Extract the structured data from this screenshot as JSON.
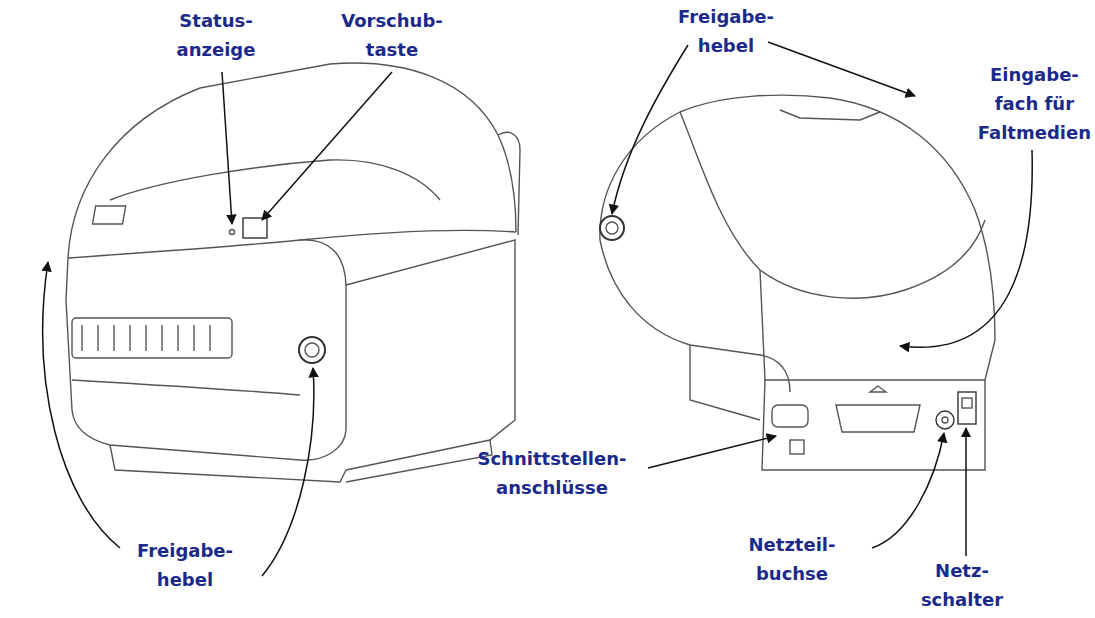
{
  "diagram": {
    "labels": [
      "Status- anzeige",
      "Vorschub- taste",
      "Freigabe- hebel",
      "Eingabe- fach für Faltmedien",
      "Freigabe- hebel",
      "Schnittstellen- anschlüsse",
      "Netzteil- buchse",
      "Netz- schalter"
    ]
  }
}
